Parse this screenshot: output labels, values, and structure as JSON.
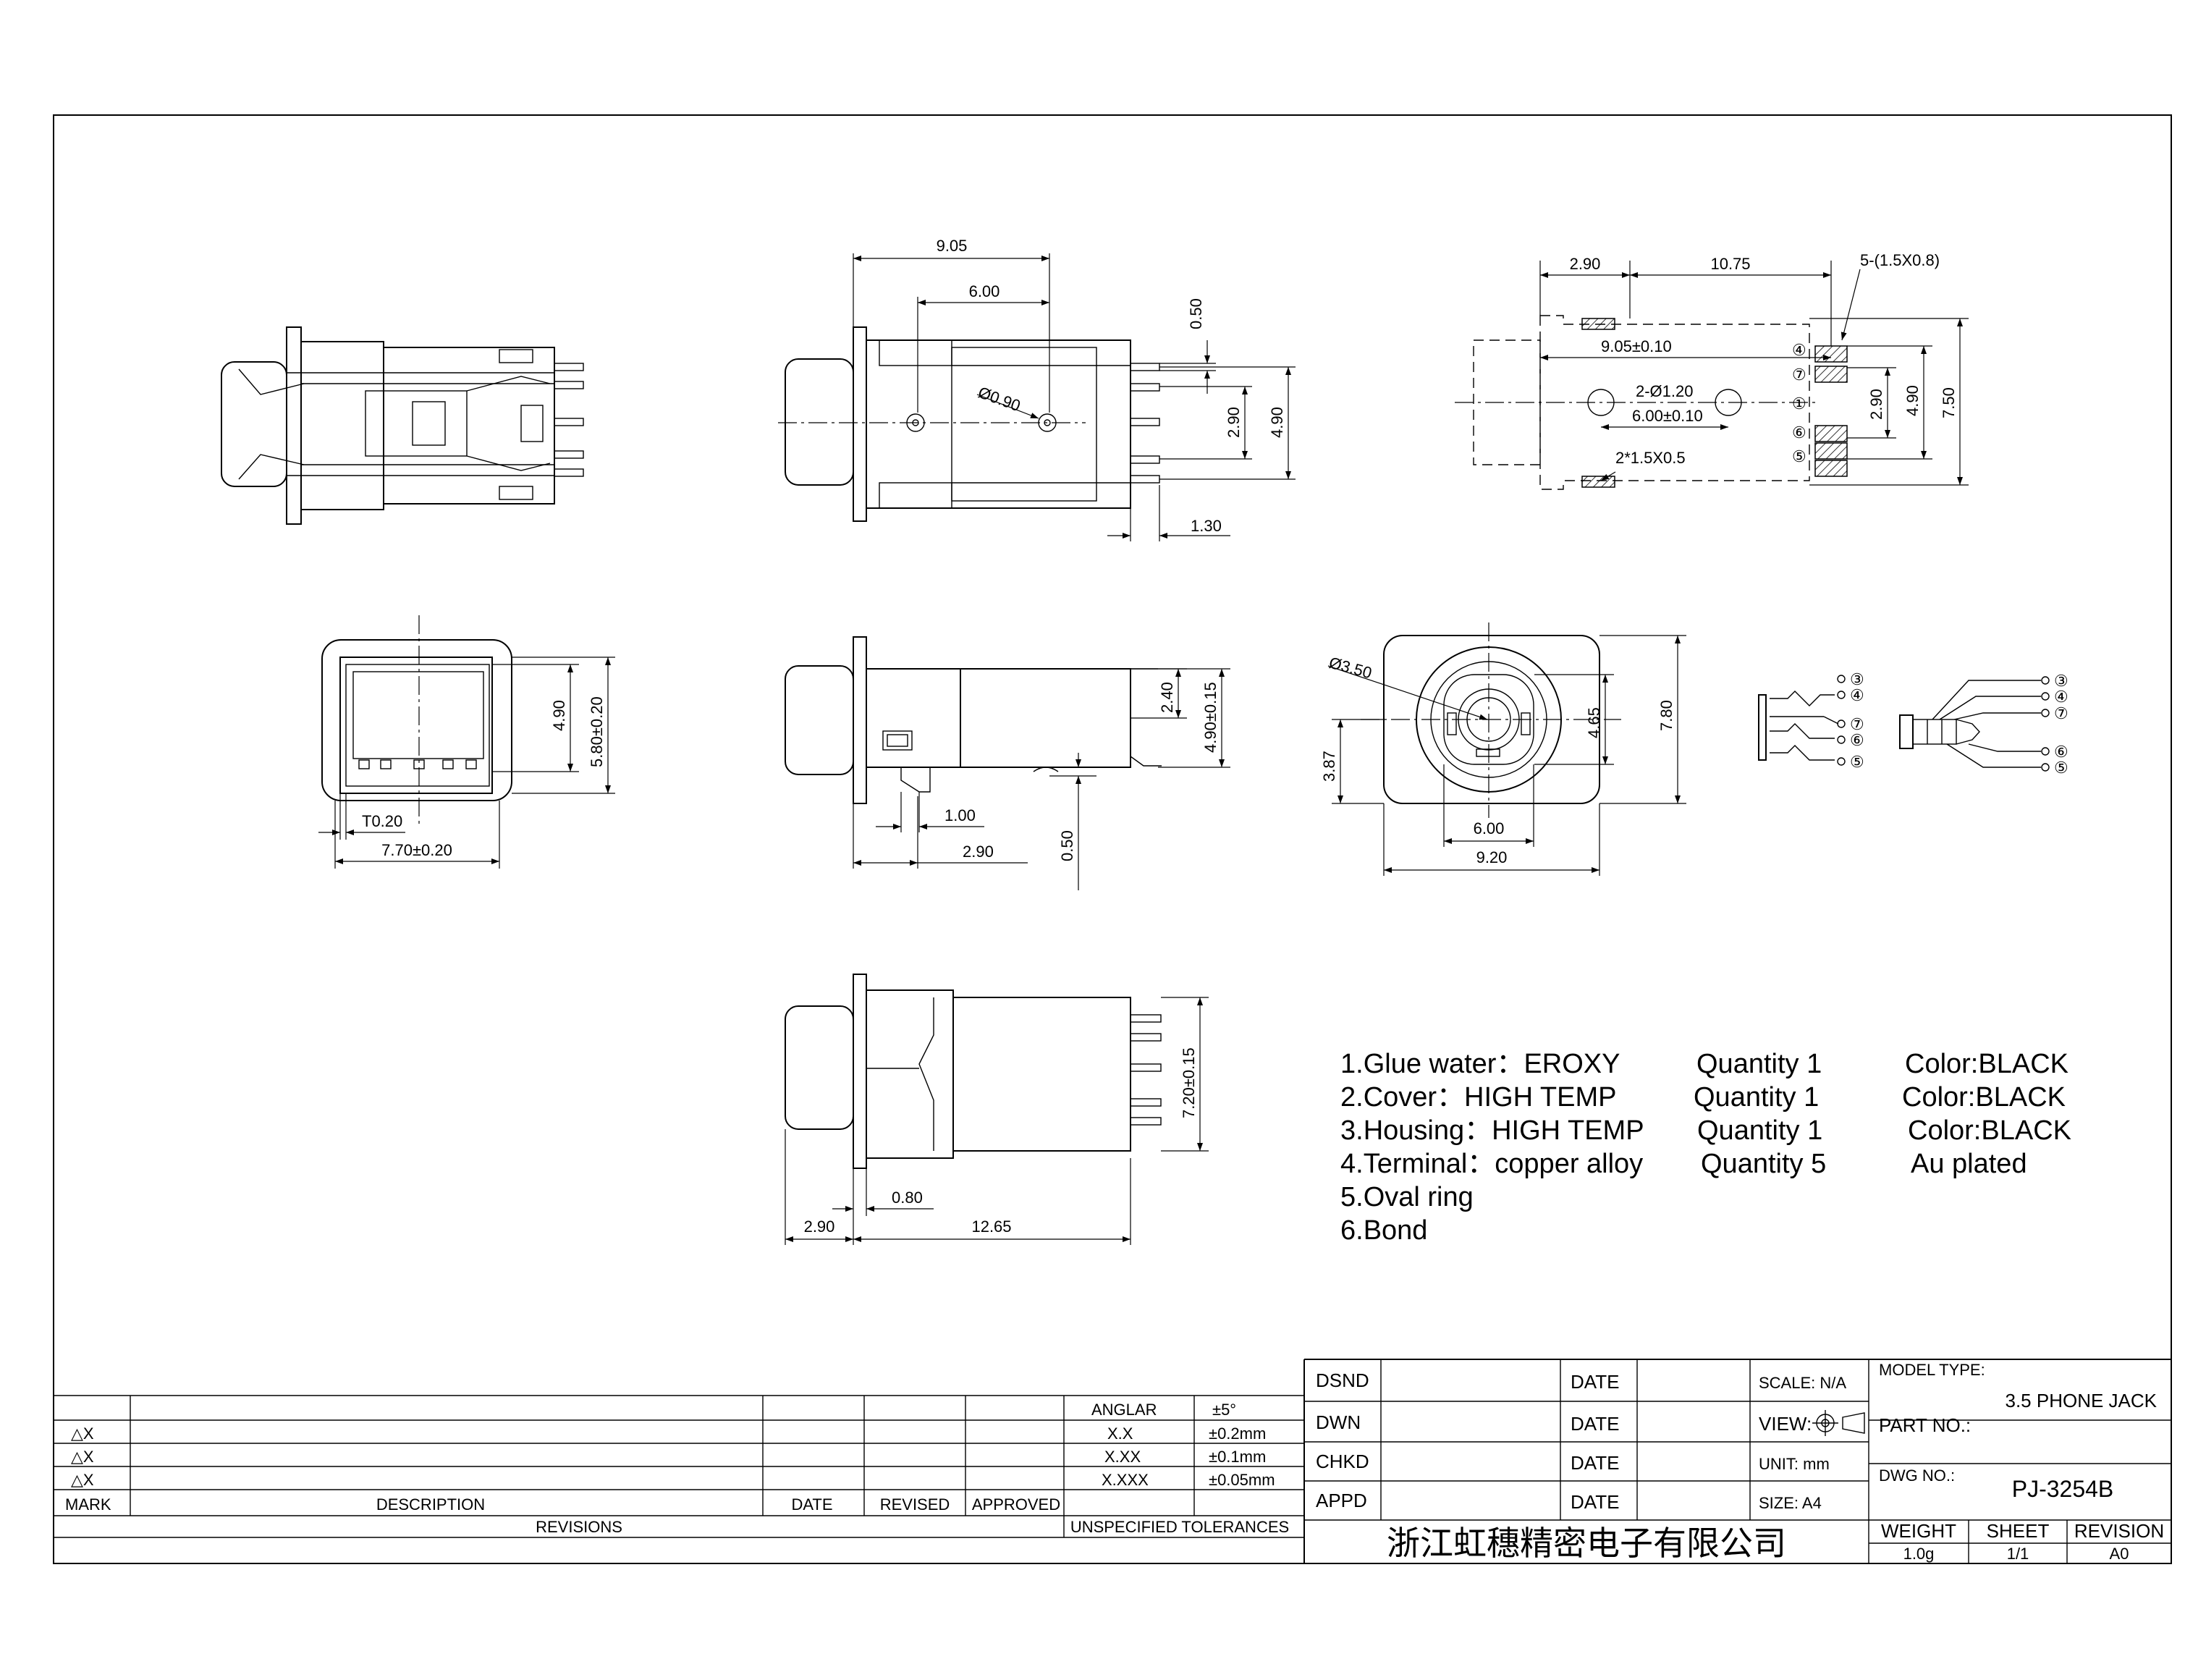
{
  "dimensions": {
    "d905": "9.05",
    "d600": "6.00",
    "d090": "Ø0.90",
    "d050": "0.50",
    "d290": "2.90",
    "d490": "4.90",
    "d130": "1.30",
    "t290": "2.90",
    "t1075": "10.75",
    "t5pad": "5-(1.5X0.8)",
    "t905": "9.05±0.10",
    "t2hole": "2-Ø1.20",
    "t600": "6.00±0.10",
    "t2slot": "2*1.5X0.5",
    "t290v": "2.90",
    "t490v": "4.90",
    "t750": "7.50",
    "f490": "4.90",
    "f580": "5.80±0.20",
    "fT020": "T0.20",
    "f770": "7.70±0.20",
    "s240": "2.40",
    "s490": "4.90±0.15",
    "s100": "1.00",
    "s290": "2.90",
    "s050": "0.50",
    "r350": "Ø3.50",
    "r465": "4.65",
    "r780": "7.80",
    "r387": "3.87",
    "r600": "6.00",
    "r920": "9.20",
    "b720": "7.20±0.15",
    "b080": "0.80",
    "b290": "2.90",
    "b1265": "12.65"
  },
  "pins": [
    "④",
    "⑦",
    "①",
    "⑥",
    "⑤"
  ],
  "schem_left": [
    "③",
    "④",
    "⑦",
    "⑥",
    "⑤"
  ],
  "schem_right": [
    "③",
    "④",
    "⑦",
    "⑥",
    "⑤"
  ],
  "notes": [
    {
      "item": "1.Glue water：EROXY",
      "qty": "Quantity  1",
      "spec": "Color:BLACK"
    },
    {
      "item": "2.Cover：HIGH TEMP",
      "qty": "Quantity  1",
      "spec": "Color:BLACK"
    },
    {
      "item": "3.Housing：HIGH TEMP",
      "qty": "Quantity  1",
      "spec": "Color:BLACK"
    },
    {
      "item": "4.Terminal：copper alloy",
      "qty": "Quantity  5",
      "spec": "Au plated"
    },
    {
      "item": "5.Oval ring",
      "qty": "",
      "spec": ""
    },
    {
      "item": "6.Bond",
      "qty": "",
      "spec": ""
    }
  ],
  "revisions": {
    "marks": [
      "△X",
      "△X",
      "△X"
    ],
    "mark_header": "MARK",
    "description_header": "DESCRIPTION",
    "date_header": "DATE",
    "revised_header": "REVISED",
    "approved_header": "APPROVED",
    "title": "REVISIONS"
  },
  "tolerances": {
    "angle_label": "ANGLAR",
    "angle_value": "±5°",
    "rows": [
      {
        "label": "X.X",
        "value": "±0.2mm"
      },
      {
        "label": "X.XX",
        "value": "±0.1mm"
      },
      {
        "label": "X.XXX",
        "value": "±0.05mm"
      }
    ],
    "title": "UNSPECIFIED TOLERANCES"
  },
  "title_block": {
    "dsnd": "DSND",
    "dwn": "DWN",
    "chkd": "CHKD",
    "appd": "APPD",
    "date": "DATE",
    "scale": "SCALE: N/A",
    "view": "VIEW:",
    "unit": "UNIT: mm",
    "size": "SIZE: A4",
    "model_label": "MODEL TYPE:",
    "model_value": "3.5 PHONE JACK",
    "part_label": "PART NO.:",
    "dwg_label": "DWG NO.:",
    "dwg_value": "PJ-3254B",
    "company": "浙江虹穗精密电子有限公司",
    "weight_label": "WEIGHT",
    "weight_value": "1.0g",
    "sheet_label": "SHEET",
    "sheet_value": "1/1",
    "revision_label": "REVISION",
    "revision_value": "A0"
  }
}
